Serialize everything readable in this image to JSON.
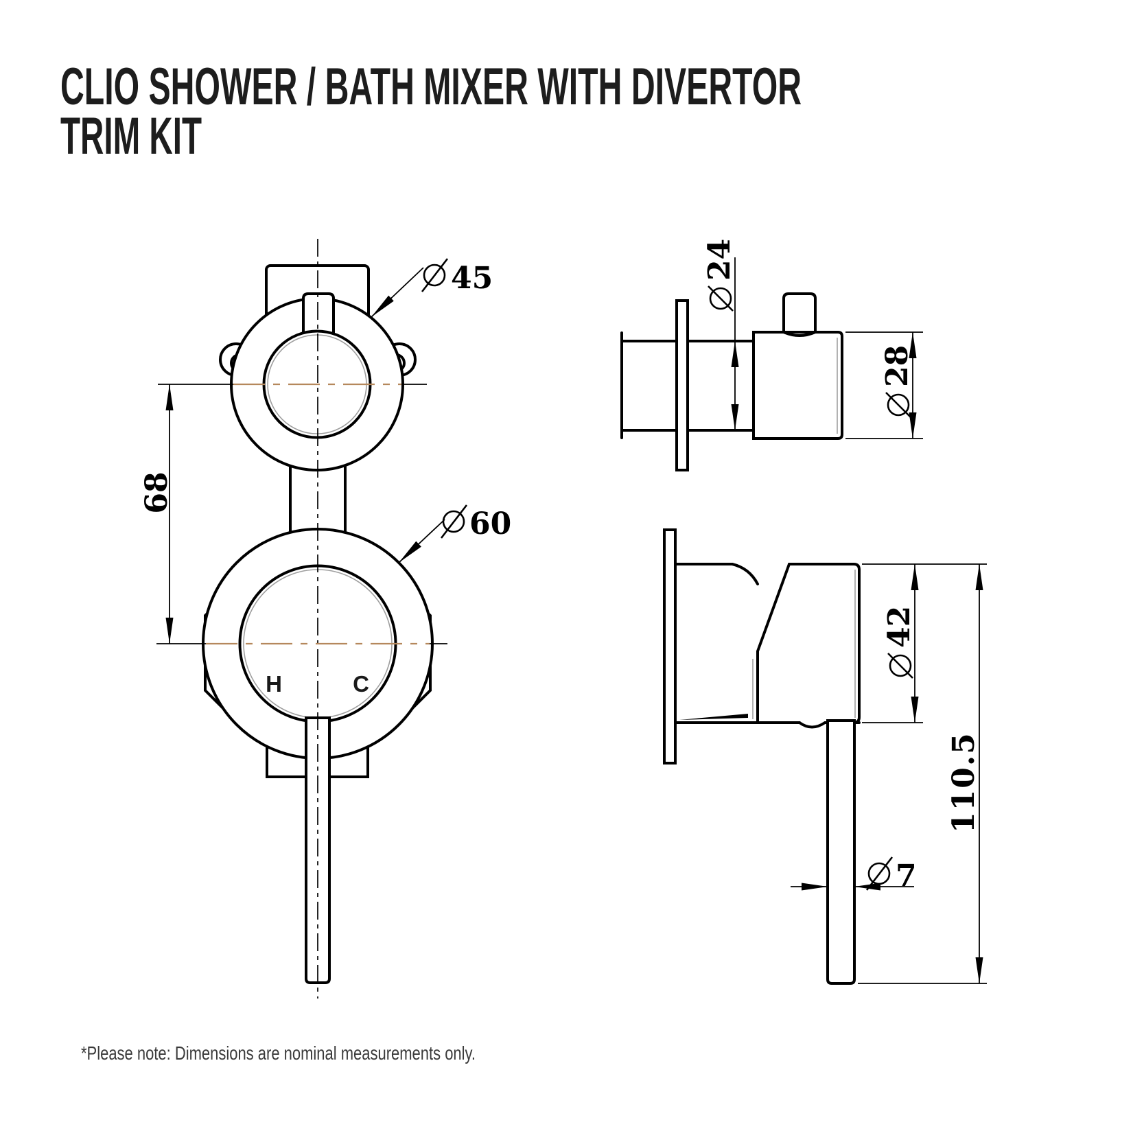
{
  "title": {
    "line1": "CLIO SHOWER / BATH MIXER WITH DIVERTOR",
    "line2": "TRIM KIT"
  },
  "footer": {
    "note": "*Please note: Dimensions are nominal measurements only."
  },
  "front_view": {
    "hot_label": "H",
    "cold_label": "C",
    "dim_center_distance": "68",
    "dim_trim_ring_diameter": "45",
    "dim_escutcheon_diameter": "60"
  },
  "diverter_side_view": {
    "dim_spindle_diameter": "24",
    "dim_body_diameter": "28"
  },
  "mixer_side_view": {
    "dim_body_diameter": "42",
    "dim_overall_length": "110.5",
    "dim_handle_diameter": "7"
  },
  "colors": {
    "line": "#000000",
    "centerline": "#b5885c",
    "background": "#ffffff"
  }
}
